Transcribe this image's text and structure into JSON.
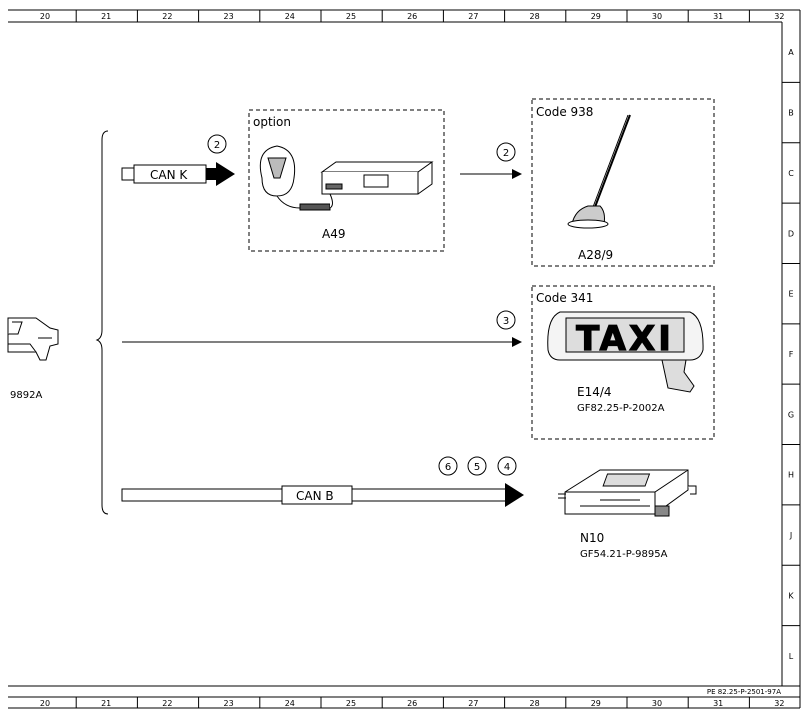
{
  "border": {
    "columns": [
      "20",
      "21",
      "22",
      "23",
      "24",
      "25",
      "26",
      "27",
      "28",
      "29",
      "30",
      "31",
      "32"
    ],
    "rows": [
      "A",
      "B",
      "C",
      "D",
      "E",
      "F",
      "G",
      "H",
      "J",
      "K",
      "L"
    ]
  },
  "bus_can_k": {
    "label": "CAN K",
    "circle": "2"
  },
  "option_box": {
    "title": "option",
    "component": "A49"
  },
  "connection_2": {
    "circle": "2"
  },
  "code938_box": {
    "title": "Code 938",
    "component": "A28/9"
  },
  "connection_3": {
    "circle": "3"
  },
  "code341_box": {
    "title": "Code 341",
    "component": "E14/4",
    "ref": "GF82.25-P-2002A",
    "sign_text": "TAXI"
  },
  "bus_can_b": {
    "label": "CAN B",
    "circles": [
      "6",
      "5",
      "4"
    ]
  },
  "n10": {
    "component": "N10",
    "ref": "GF54.21-P-9895A"
  },
  "left_partial": {
    "ref": "9892A"
  },
  "footer": {
    "doc_ref": "PE 82.25-P-2501-97A"
  }
}
